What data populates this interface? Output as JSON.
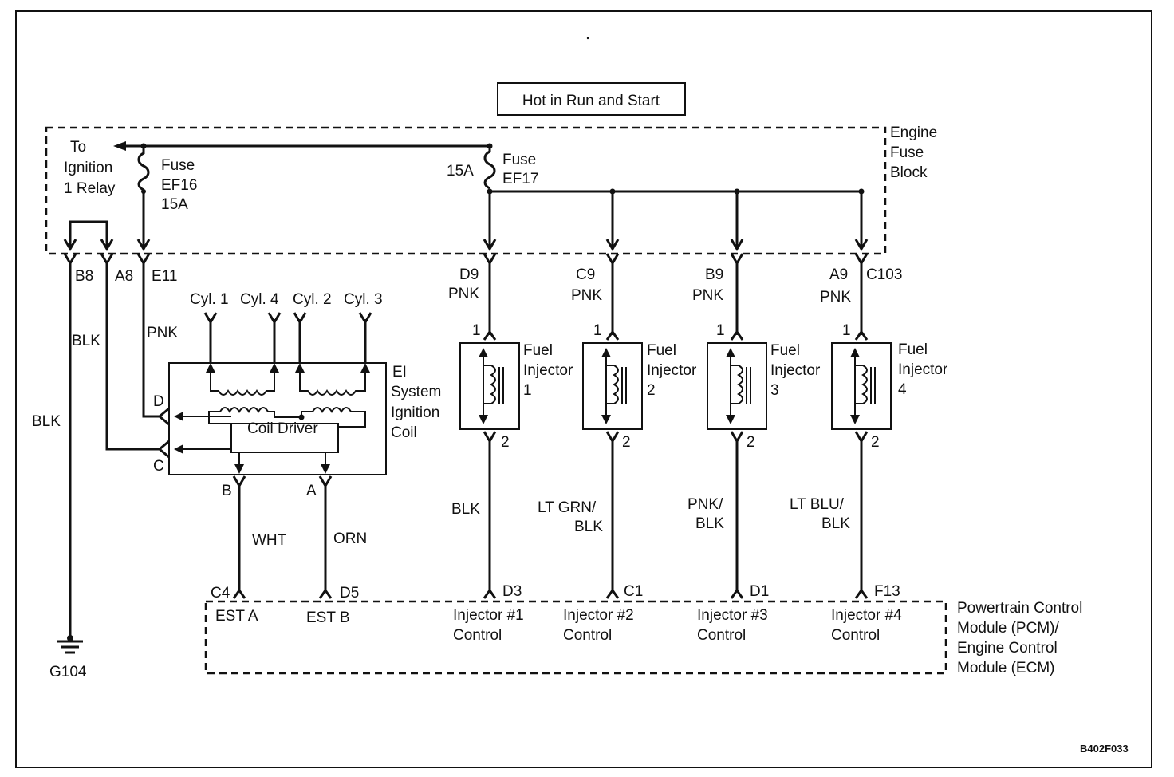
{
  "header": {
    "power_label": "Hot in Run and Start"
  },
  "fuse_block": {
    "name_lines": [
      "Engine",
      "Fuse",
      "Block"
    ],
    "to_relay_lines": [
      "To",
      "Ignition",
      "1 Relay"
    ],
    "fuse_ef16": {
      "lines": [
        "Fuse",
        "EF16",
        "15A"
      ]
    },
    "fuse_ef17": {
      "amp": "15A",
      "lines": [
        "Fuse",
        "EF17"
      ]
    }
  },
  "left_pins": {
    "b8": "B8",
    "a8": "A8",
    "e11": "E11",
    "wire_blk_1": "BLK",
    "wire_blk_2": "BLK",
    "wire_pnk": "PNK",
    "ground": "G104"
  },
  "ignition_coil": {
    "name_lines": [
      "EI",
      "System",
      "Ignition",
      "Coil"
    ],
    "cylinders": [
      "Cyl. 1",
      "Cyl. 4",
      "Cyl. 2",
      "Cyl. 3"
    ],
    "driver_label": "Coil Driver",
    "pins": {
      "d": "D",
      "c": "C",
      "b": "B",
      "a": "A"
    },
    "wires": {
      "b": "WHT",
      "a": "ORN"
    }
  },
  "injectors": [
    {
      "top_pin": "D9",
      "top_wire": "PNK",
      "pin1": "1",
      "pin2": "2",
      "name_lines": [
        "Fuel",
        "Injector",
        "1"
      ],
      "bottom_wire_lines": [
        "BLK"
      ],
      "pcm_pin": "D3",
      "pcm_label_lines": [
        "Injector #1",
        "Control"
      ]
    },
    {
      "top_pin": "C9",
      "top_wire": "PNK",
      "pin1": "1",
      "pin2": "2",
      "name_lines": [
        "Fuel",
        "Injector",
        "2"
      ],
      "bottom_wire_lines": [
        "LT GRN/",
        "BLK"
      ],
      "pcm_pin": "C1",
      "pcm_label_lines": [
        "Injector #2",
        "Control"
      ]
    },
    {
      "top_pin": "B9",
      "top_wire": "PNK",
      "pin1": "1",
      "pin2": "2",
      "name_lines": [
        "Fuel",
        "Injector",
        "3"
      ],
      "bottom_wire_lines": [
        "PNK/",
        "BLK"
      ],
      "pcm_pin": "D1",
      "pcm_label_lines": [
        "Injector #3",
        "Control"
      ]
    },
    {
      "top_pin": "A9",
      "top_wire": "PNK",
      "pin1": "1",
      "pin2": "2",
      "name_lines": [
        "Fuel",
        "Injector",
        "4"
      ],
      "bottom_wire_lines": [
        "LT BLU/",
        "BLK"
      ],
      "pcm_pin": "F13",
      "pcm_label_lines": [
        "Injector #4",
        "Control"
      ]
    }
  ],
  "connector_c103": "C103",
  "pcm": {
    "pin_c4": "C4",
    "pin_d5": "D5",
    "est_a": "EST A",
    "est_b": "EST B",
    "name_lines": [
      "Powertrain Control",
      "Module (PCM)/",
      "Engine Control",
      "Module (ECM)"
    ]
  },
  "figure_id": "B402F033"
}
